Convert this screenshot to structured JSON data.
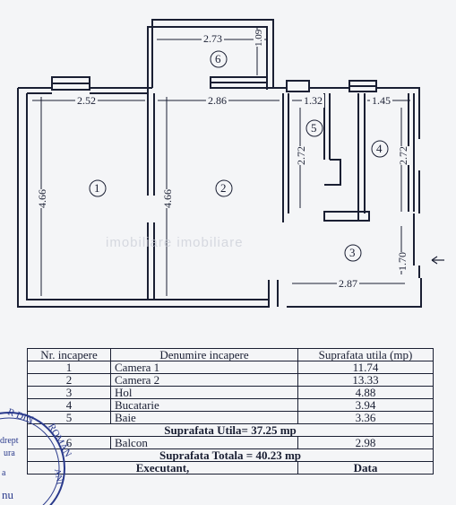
{
  "plan": {
    "dimensions": {
      "d1": "2.73",
      "d2": "1.09",
      "d3": "2.52",
      "d4": "2.86",
      "d5": "1.32",
      "d6": "1.45",
      "d7": "4.66",
      "d8": "4.66",
      "d9": "2.72",
      "d10": "2.72",
      "d11": "1.70",
      "d12": "2.87"
    },
    "room_numbers": [
      "1",
      "2",
      "3",
      "4",
      "5",
      "6"
    ],
    "watermark": "imobiliare imobiliare"
  },
  "table": {
    "headers": [
      "Nr. incapere",
      "Denumire incapere",
      "Suprafata utila (mp)"
    ],
    "rows": [
      {
        "nr": "1",
        "name": "Camera 1",
        "area": "11.74"
      },
      {
        "nr": "2",
        "name": "Camera 2",
        "area": "13.33"
      },
      {
        "nr": "3",
        "name": "Hol",
        "area": "4.88"
      },
      {
        "nr": "4",
        "name": "Bucatarie",
        "area": "3.94"
      },
      {
        "nr": "5",
        "name": "Baie",
        "area": "3.36"
      }
    ],
    "total_util": "Suprafata Utila= 37.25 mp",
    "balcon": {
      "nr": "6",
      "name": "Balcon",
      "area": "2.98"
    },
    "total": "Suprafata Totala = 40.23 mp",
    "footer": {
      "executant": "Executant,",
      "data": "Data"
    }
  },
  "stamp": {
    "lines": [
      "R DIN",
      "ROMÂN",
      "drept",
      "ura",
      "a",
      "nu",
      "ANI"
    ]
  }
}
